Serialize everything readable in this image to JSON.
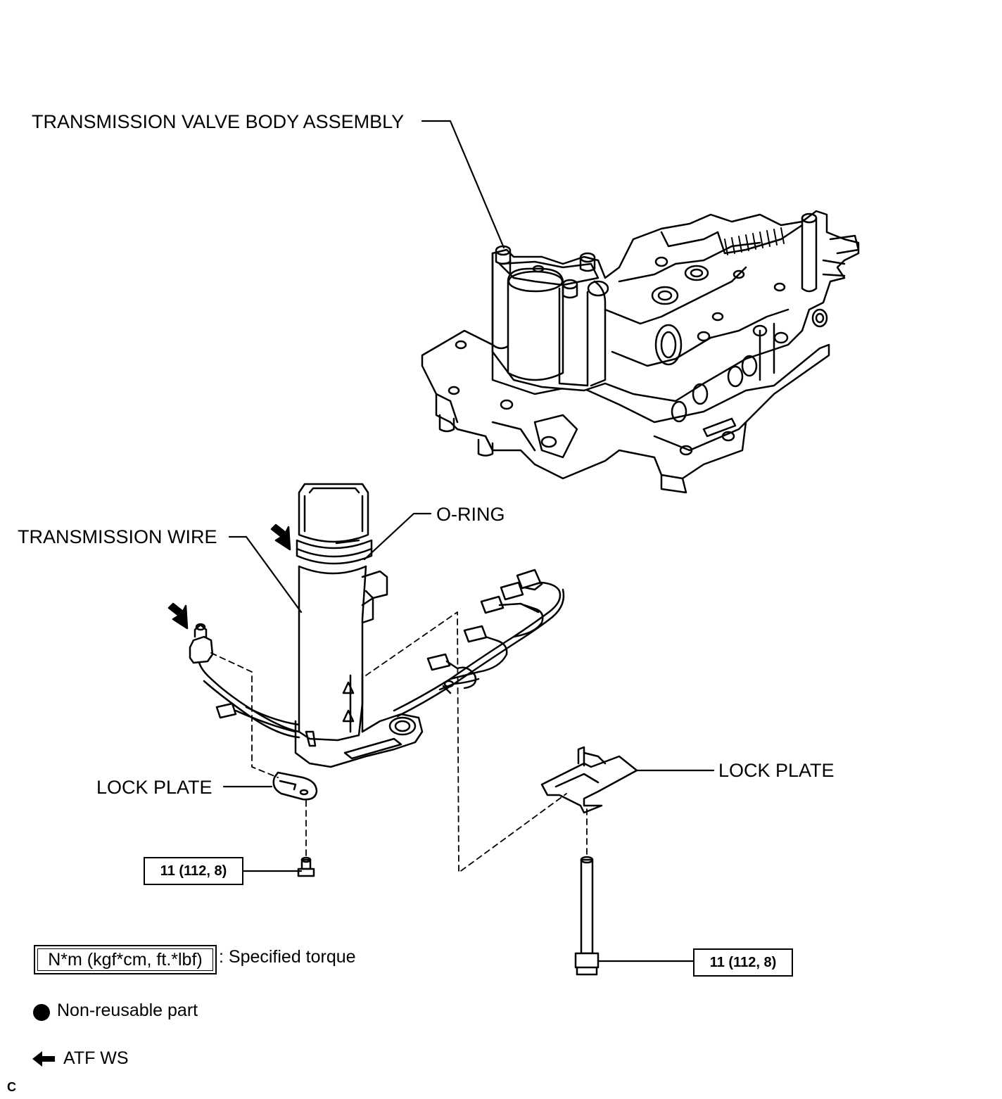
{
  "labels": {
    "valve_body": "TRANSMISSION VALVE BODY ASSEMBLY",
    "o_ring": "O-RING",
    "transmission_wire": "TRANSMISSION WIRE",
    "lock_plate_left": "LOCK PLATE",
    "lock_plate_right": "LOCK PLATE"
  },
  "torques": {
    "left_bolt": "11 (112, 8)",
    "right_bolt": "11 (112, 8)"
  },
  "legend": {
    "torque_unit": "N*m (kgf*cm, ft.*lbf)",
    "torque_desc": ": Specified torque",
    "non_reusable": "Non-reusable part",
    "atf": "ATF WS"
  },
  "corner_code": "C"
}
